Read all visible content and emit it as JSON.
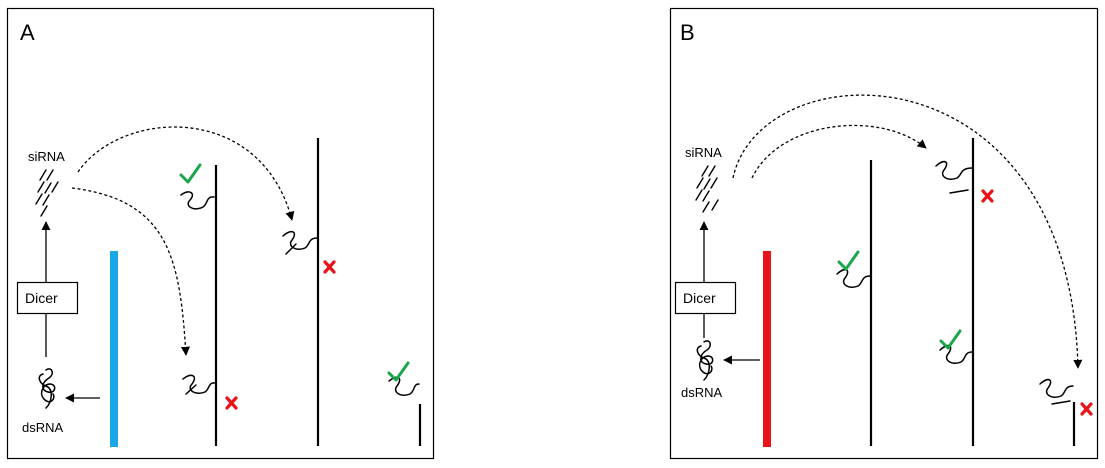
{
  "panels": [
    {
      "label": "A",
      "sirna_label": "siRNA",
      "dicer_label": "Dicer",
      "dsrna_label": "dsRNA",
      "bar_color": "#1aa7e6",
      "outcomes": [
        "silenced",
        "not silenced",
        "silenced",
        "not silenced"
      ]
    },
    {
      "label": "B",
      "sirna_label": "siRNA",
      "dicer_label": "Dicer",
      "dsrna_label": "dsRNA",
      "bar_color": "#e8141a",
      "outcomes": [
        "not silenced",
        "silenced",
        "not silenced",
        "silenced"
      ]
    }
  ],
  "colors": {
    "check": "#1aa64a",
    "cross": "#e8141a",
    "line": "#000000"
  },
  "icons": [
    "check-icon",
    "cross-icon",
    "sirna-icon",
    "dsrna-icon",
    "mrna-icon"
  ]
}
